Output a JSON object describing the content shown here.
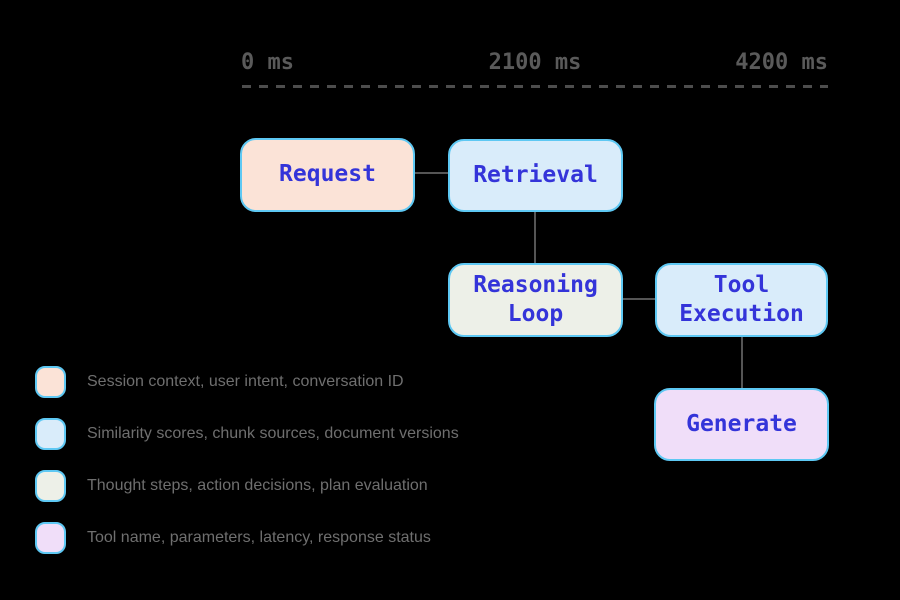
{
  "timeline": {
    "ticks": [
      "0 ms",
      "2100 ms",
      "4200 ms"
    ]
  },
  "nodes": [
    {
      "id": "request",
      "label": "Request",
      "fill": "#fbe3d7"
    },
    {
      "id": "retrieval",
      "label": "Retrieval",
      "fill": "#d9ecfa"
    },
    {
      "id": "reasoning-loop",
      "label": "Reasoning Loop",
      "fill": "#edf0e8"
    },
    {
      "id": "tool-execution",
      "label": "Tool Execution",
      "fill": "#d9ecfa"
    },
    {
      "id": "generate",
      "label": "Generate",
      "fill": "#f0def9"
    }
  ],
  "edges": [
    {
      "from": "request",
      "to": "retrieval"
    },
    {
      "from": "retrieval",
      "to": "reasoning-loop"
    },
    {
      "from": "reasoning-loop",
      "to": "tool-execution"
    },
    {
      "from": "tool-execution",
      "to": "generate"
    }
  ],
  "legend": [
    {
      "swatch": "#fbe3d7",
      "label": "Session context, user intent, conversation ID"
    },
    {
      "swatch": "#d9ecfa",
      "label": "Similarity scores, chunk sources, document versions"
    },
    {
      "swatch": "#edf0e8",
      "label": "Thought steps, action decisions, plan evaluation"
    },
    {
      "swatch": "#f0def9",
      "label": "Tool name, parameters, latency, response status"
    }
  ],
  "colors": {
    "background": "#000000",
    "node_border": "#5ec8f3",
    "node_text": "#3434d9",
    "connector": "#555555",
    "timeline_text": "#5a5a5a",
    "timeline_dash": "#4d4d4d",
    "legend_text": "#6f6f6f"
  }
}
